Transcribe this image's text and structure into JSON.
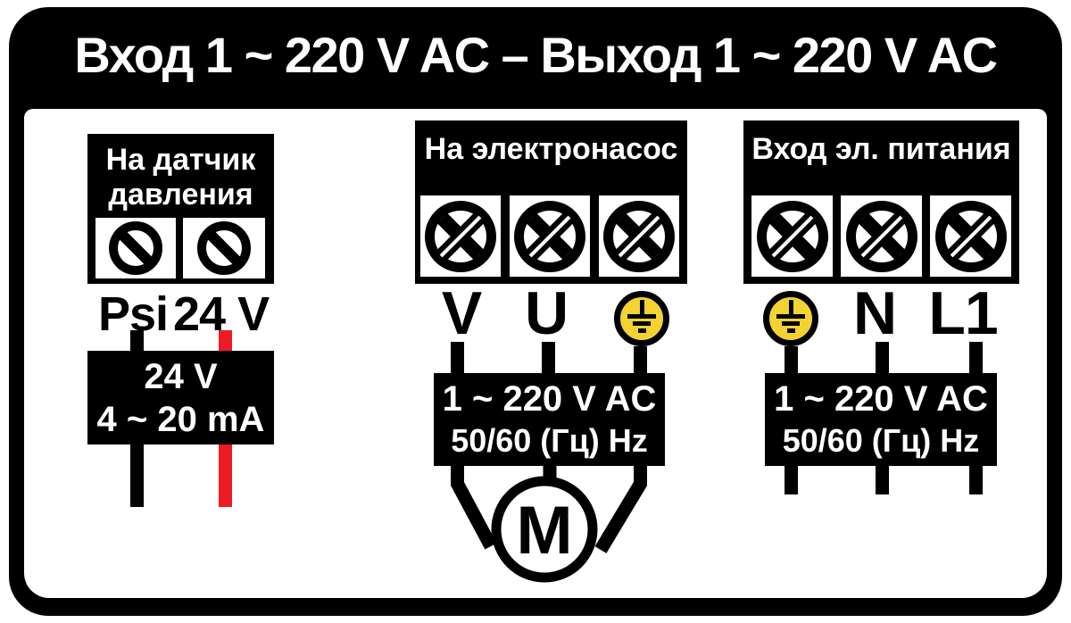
{
  "title": "Вход 1 ~ 220 V AC – Выход 1 ~ 220 V AC",
  "colors": {
    "frame_black": "#000000",
    "panel_white": "#ffffff",
    "wire_black": "#000000",
    "wire_red": "#ed1c24",
    "ground_yellow": "#f2d331"
  },
  "sensor_block": {
    "header_line1": "На датчик",
    "header_line2": "давления",
    "terminal_icons": [
      "slotted-screw-icon",
      "slotted-screw-icon"
    ],
    "terminal_labels": {
      "left": "Psi",
      "right": "24 V"
    },
    "info_box": {
      "line1": "24 V",
      "line2": "4 ~ 20 mA"
    }
  },
  "pump_block": {
    "header": "На электронасос",
    "terminal_icons": [
      "cross-screw-icon",
      "cross-screw-icon",
      "cross-screw-icon"
    ],
    "terminal_labels": {
      "t1": "V",
      "t2": "U",
      "t3_icon": "ground-icon"
    },
    "info_box": {
      "line1": "1 ~ 220 V AC",
      "line2": "50/60 (Гц) Hz"
    },
    "motor_label": "M"
  },
  "power_block": {
    "header": "Вход эл. питания",
    "terminal_icons": [
      "ground-icon",
      "cross-screw-icon",
      "cross-screw-icon"
    ],
    "terminal_labels": {
      "t1_icon": "ground-icon",
      "t2": "N",
      "t3": "L1"
    },
    "info_box": {
      "line1": "1 ~ 220 V AC",
      "line2": "50/60 (Гц) Hz"
    }
  }
}
